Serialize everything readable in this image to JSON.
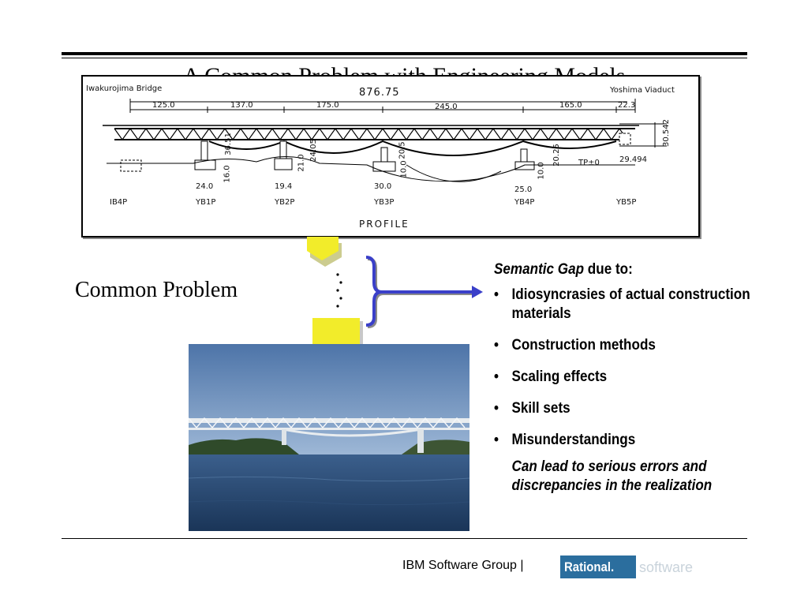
{
  "slide": {
    "title": "A Common Problem with Engineering Models",
    "left_label": "Common Problem",
    "semantic_gap": {
      "lead_italic": "Semantic Gap",
      "lead_rest": " due to:",
      "items": [
        "Idiosyncrasies of actual construction materials",
        "Construction methods",
        "Scaling effects",
        "Skill sets",
        "Misunderstandings"
      ],
      "conclusion": "Can lead to serious errors and discrepancies in the realization"
    },
    "footer": {
      "group": "IBM Software Group  |",
      "logo_word": "Rational.",
      "logo_software": "software"
    }
  },
  "drawing": {
    "left_name": "Iwakurojima Bridge",
    "right_name": "Yoshima Viaduct",
    "total_length": "876.75",
    "spans": [
      "125.0",
      "137.0",
      "175.0",
      "245.0",
      "165.0",
      "22.3"
    ],
    "piers": [
      "IB4P",
      "YB1P",
      "YB2P",
      "YB3P",
      "YB4P",
      "YB5P"
    ],
    "pier_widths": [
      "24.0",
      "19.4",
      "30.0",
      "25.0"
    ],
    "pier_heights": [
      "36.51",
      "16.0",
      "21.0",
      "24.05",
      "20.5",
      "10.0",
      "10.0",
      "20.25"
    ],
    "right_dims": [
      "30.542",
      "29.494"
    ],
    "tp_label": "TP±0",
    "section_label": "PROFILE"
  },
  "colors": {
    "arrow_yellow": "#f2ec2a",
    "bracket_blue": "#3a3fc9",
    "logo_blue": "#2b6e9e",
    "sky": "#6e92c0",
    "sea": "#1f3e66"
  }
}
